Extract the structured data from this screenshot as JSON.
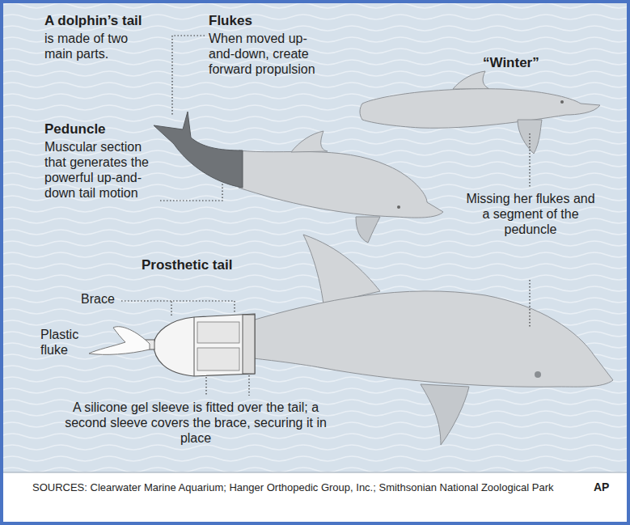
{
  "diagram": {
    "labels": [
      "A dolphin’s tail",
      "is made of two main parts.",
      "Flukes",
      "When moved up-and-down, create forward propulsion",
      "Peduncle",
      "Muscular section that generates the powerful up-and-down tail motion",
      "“Winter”",
      "Missing her flukes and a segment of the peduncle",
      "Prosthetic tail",
      "Brace",
      "Plastic fluke",
      "A silicone gel sleeve is fitted over the tail; a second sleeve covers the brace, securing it in place",
      "SOURCES: Clearwater Marine Aquarium; Hanger Orthopedic Group, Inc.; Smithsonian National Zoological Park",
      "AP"
    ]
  }
}
